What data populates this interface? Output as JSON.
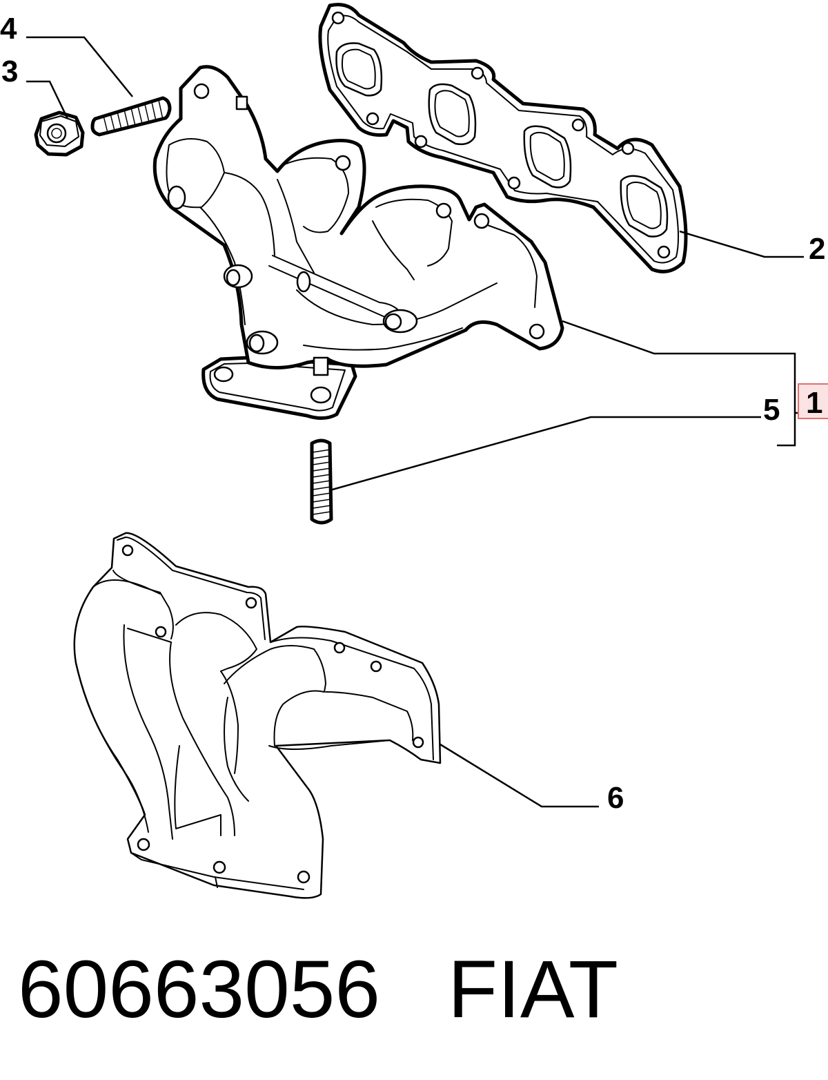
{
  "callouts": {
    "c1": "1",
    "c2": "2",
    "c3": "3",
    "c4": "4",
    "c5": "5",
    "c6": "6"
  },
  "caption": {
    "part_number": "60663056",
    "brand": "FIAT"
  },
  "colors": {
    "highlight_fill": "#fbe3e3",
    "highlight_stroke": "#e07070"
  },
  "icons": [
    "nut-icon",
    "stud-icon",
    "gasket-icon",
    "manifold-icon",
    "heat-shield-icon"
  ]
}
